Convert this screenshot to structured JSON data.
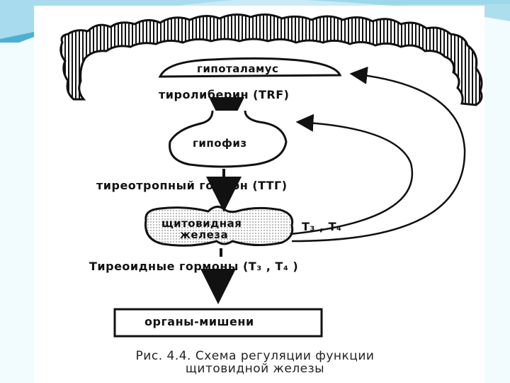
{
  "diagram": {
    "hypothalamus": "гипоталамус",
    "trf": "тиролиберин (TRF)",
    "pituitary": "гипофиз",
    "tsh": "тиреотропный гормон (ТТГ)",
    "thyroid_line1": "щитовидная",
    "thyroid_line2": "железа",
    "feedback": "Т₃ , Т₄",
    "thyroid_hormones": "Тиреоидные гормоны (Т₃ , Т₄ )",
    "target_organs": "органы-мишени"
  },
  "caption": {
    "line1": "Рис. 4.4. Схема регуляции функции",
    "line2": "щитовидной железы"
  },
  "colors": {
    "ink": "#111111",
    "slide_bg": "#ffffff",
    "page_bg": "#f2fbfd",
    "corner_blue": "#3aa7cf",
    "corner_light": "#bfe6f2"
  }
}
